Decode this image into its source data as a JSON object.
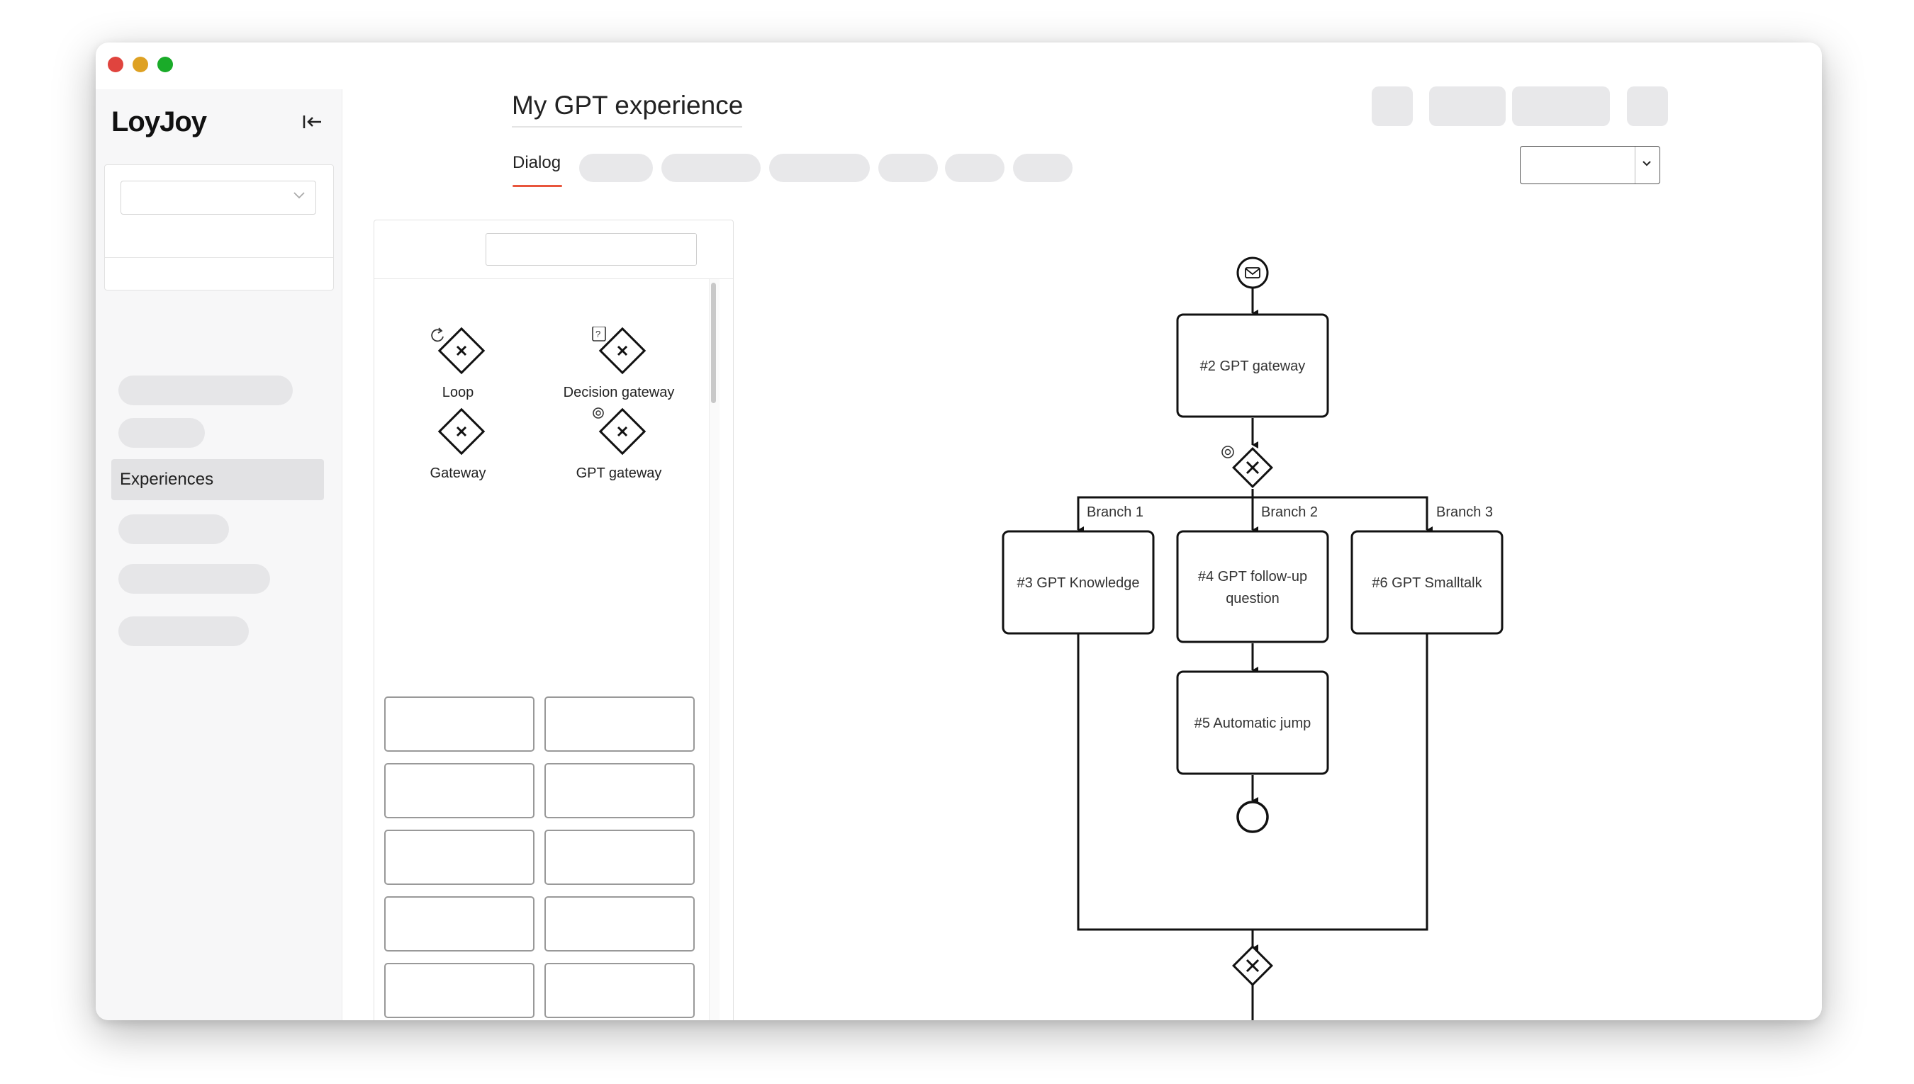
{
  "app": {
    "logo": "LoyJoy",
    "page_title": "My GPT experience"
  },
  "sidebar": {
    "active_item": "Experiences"
  },
  "tabs": {
    "active": "Dialog"
  },
  "palette": {
    "items": [
      {
        "label": "Loop",
        "icon": "loop-icon"
      },
      {
        "label": "Decision gateway",
        "icon": "question-icon"
      },
      {
        "label": "Gateway",
        "icon": "gateway-icon"
      },
      {
        "label": "GPT gateway",
        "icon": "gpt-icon"
      }
    ]
  },
  "flow": {
    "nodes": {
      "n2": "#2 GPT gateway",
      "n3": "#3 GPT Knowledge",
      "n4_line1": "#4 GPT follow-up",
      "n4_line2": "question",
      "n5": "#5 Automatic jump",
      "n6": "#6 GPT Smalltalk"
    },
    "branches": {
      "b1": "Branch 1",
      "b2": "Branch 2",
      "b3": "Branch 3"
    }
  },
  "colors": {
    "accent": "#e8553c",
    "sidebar_bg": "#f7f7f8",
    "placeholder": "#e6e6e8",
    "stroke": "#111111"
  }
}
